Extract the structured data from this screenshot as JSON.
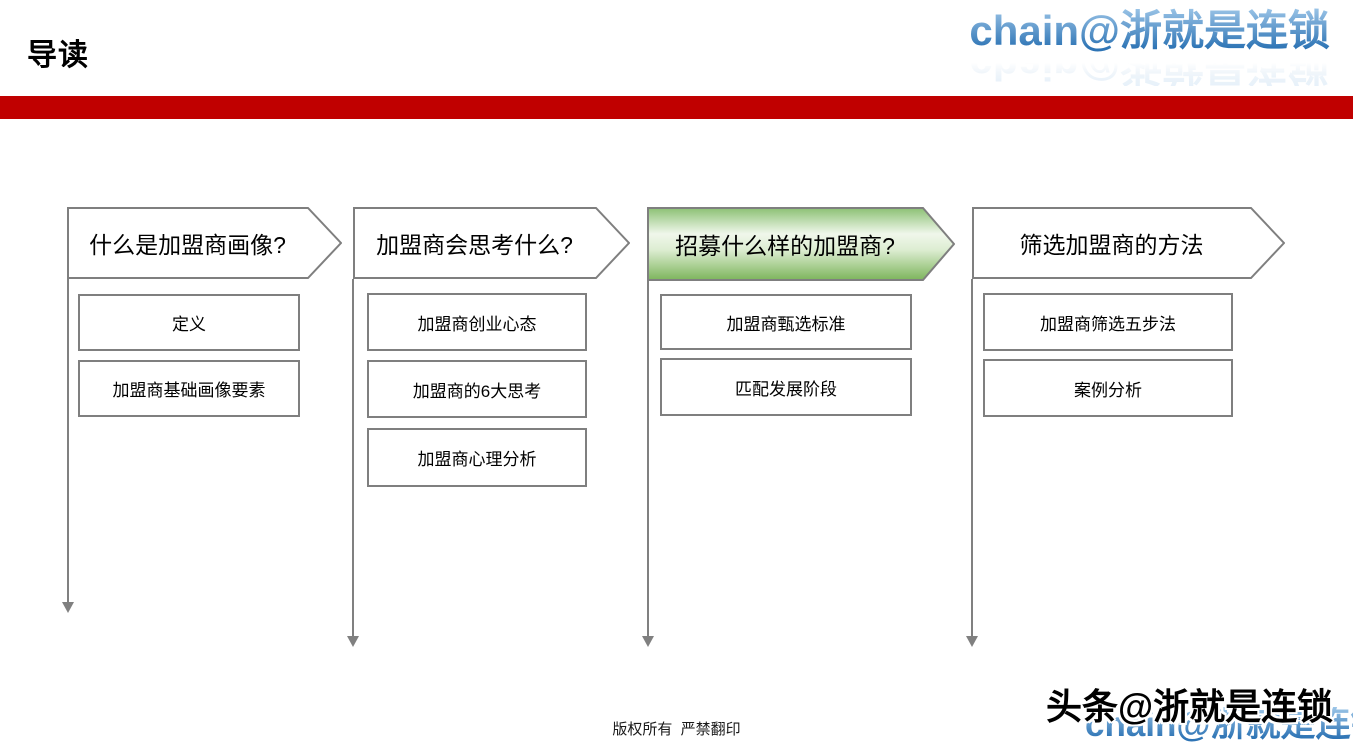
{
  "page": {
    "title": "导读"
  },
  "brand": {
    "logo_top": "chain@浙就是连锁",
    "logo_bottom_primary": "头条@浙就是连锁",
    "logo_bottom_watermark": "chain@浙就是连锁"
  },
  "colors": {
    "accent_red": "#c00000",
    "shape_border": "#7f7f7f",
    "connector_gray": "#808080",
    "green_top": "#8cc174",
    "green_light": "#f0f7eb",
    "green_mid": "#ddedd2",
    "green_base": "#7db55c",
    "logo_blue_light": "#9dc6e8",
    "logo_blue_dark": "#2e74b5"
  },
  "flow": {
    "columns": [
      {
        "header": "什么是加盟商画像?",
        "highlight": false,
        "items": [
          "定义",
          "加盟商基础画像要素"
        ]
      },
      {
        "header": "加盟商会思考什么?",
        "highlight": false,
        "items": [
          "加盟商创业心态",
          "加盟商的6大思考",
          "加盟商心理分析"
        ]
      },
      {
        "header": "招募什么样的加盟商?",
        "highlight": true,
        "items": [
          "加盟商甄选标准",
          "匹配发展阶段"
        ]
      },
      {
        "header": "筛选加盟商的方法",
        "highlight": false,
        "items": [
          "加盟商筛选五步法",
          "案例分析"
        ]
      }
    ]
  },
  "footer": {
    "copyright": "版权所有  严禁翻印"
  }
}
